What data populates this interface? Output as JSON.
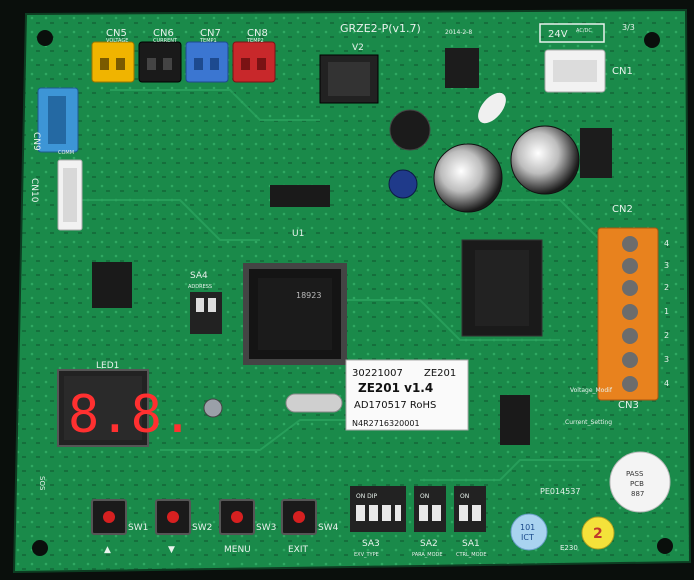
{
  "colors": {
    "pcb": "#1a8a4a",
    "pcb_dark": "#0f5c31",
    "silk": "#e8f2ec",
    "background": "#0a0f0c",
    "led_red": "#ff3030",
    "terminal_orange": "#e8821e",
    "connector_yellow": "#f0b400",
    "connector_black": "#1a1a1a",
    "connector_blue": "#3b76d1",
    "connector_red": "#c8282b"
  },
  "board": {
    "model": "GRZE2-P(v1.7)",
    "date": "2014-2-8",
    "page": "3/3",
    "power_label": "24V",
    "power_sup": "AC/DC"
  },
  "connectors": {
    "cn5": {
      "label": "CN5",
      "sub": "VOLTAGE"
    },
    "cn6": {
      "label": "CN6",
      "sub": "CURRENT"
    },
    "cn7": {
      "label": "CN7",
      "sub": "TEMP1"
    },
    "cn8": {
      "label": "CN8",
      "sub": "TEMP2"
    },
    "cn9": {
      "label": "CN9"
    },
    "cn10": {
      "label": "CN10",
      "sub": "COMM"
    },
    "cn1": {
      "label": "CN1"
    },
    "cn2": {
      "label": "CN2"
    },
    "cn3": {
      "label": "CN3"
    }
  },
  "chips": {
    "u1": "U1",
    "v2": "V2",
    "mcu_marking": "18923"
  },
  "dip": {
    "sa4": {
      "label": "SA4",
      "sub": "ADDRESS"
    },
    "sa3": {
      "label": "SA3",
      "sub": "EXV_TYPE",
      "top": "ON DIP"
    },
    "sa2": {
      "label": "SA2",
      "sub": "PARA_MODE",
      "top": "ON"
    },
    "sa1": {
      "label": "SA1",
      "sub": "CTRL_MODE",
      "top": "ON"
    }
  },
  "led": {
    "label": "LED1",
    "digits": "8.8."
  },
  "sticker": {
    "line1a": "30221007",
    "line1b": "ZE201",
    "line2": "ZE201 v1.4",
    "line3": "AD170517 RoHS",
    "serial": "N4R2716320001"
  },
  "buttons": [
    {
      "ref": "SW1",
      "caption": "▲"
    },
    {
      "ref": "SW2",
      "caption": "▼"
    },
    {
      "ref": "SW3",
      "caption": "MENU"
    },
    {
      "ref": "SW4",
      "caption": "EXIT"
    }
  ],
  "stickers_round": {
    "blue": {
      "l1": "101",
      "l2": "ICT"
    },
    "yellow": {
      "text": "2"
    },
    "pass": {
      "l1": "PASS",
      "l2": "PCB",
      "l3": "887"
    }
  },
  "misc": {
    "right_mark": "PE014537",
    "terminals_numbers": [
      "4",
      "3",
      "2",
      "1",
      "2",
      "3",
      "4"
    ],
    "voltage_mod": "Voltage_Modif",
    "current_setting": "Current_Setting",
    "sos": "SOS",
    "watermark_extra": "E230"
  }
}
